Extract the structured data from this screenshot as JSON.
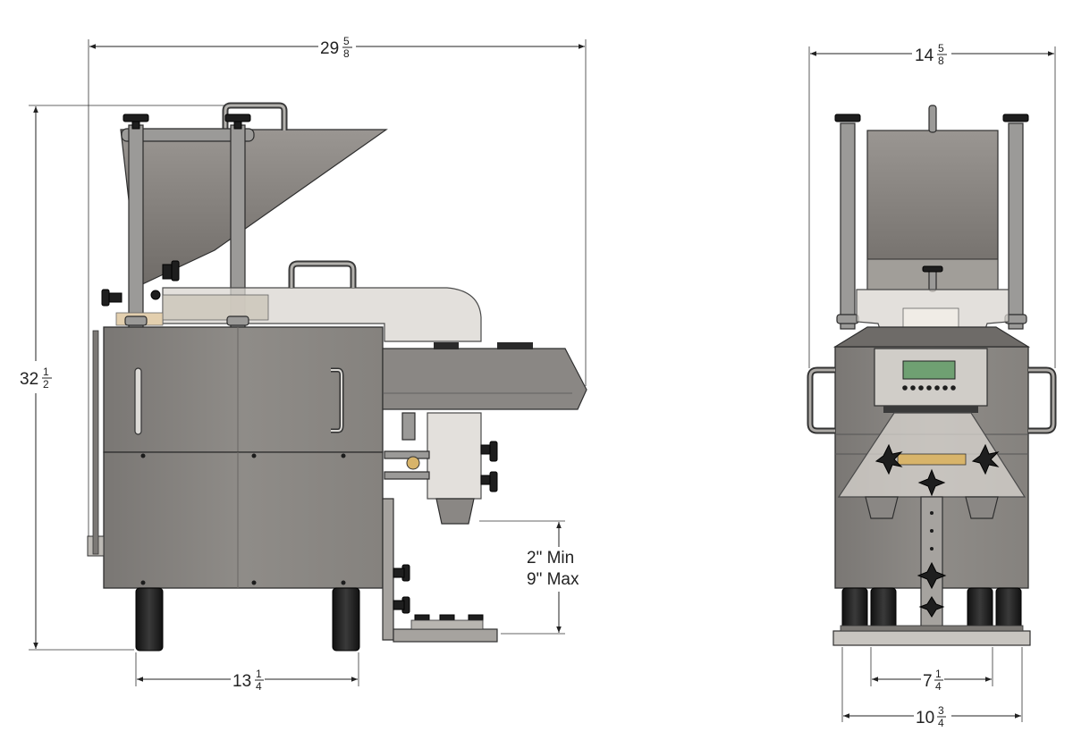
{
  "dimensions": {
    "side_width": {
      "whole": "29",
      "num": "5",
      "den": "8"
    },
    "side_height": {
      "whole": "32",
      "num": "1",
      "den": "2"
    },
    "side_leg_span": {
      "whole": "13",
      "num": "1",
      "den": "4"
    },
    "front_width": {
      "whole": "14",
      "num": "5",
      "den": "8"
    },
    "front_inner_span": {
      "whole": "7",
      "num": "1",
      "den": "4"
    },
    "front_base_width": {
      "whole": "10",
      "num": "3",
      "den": "4"
    }
  },
  "notes": {
    "clearance_min": "2\" Min",
    "clearance_max": "9\" Max"
  }
}
